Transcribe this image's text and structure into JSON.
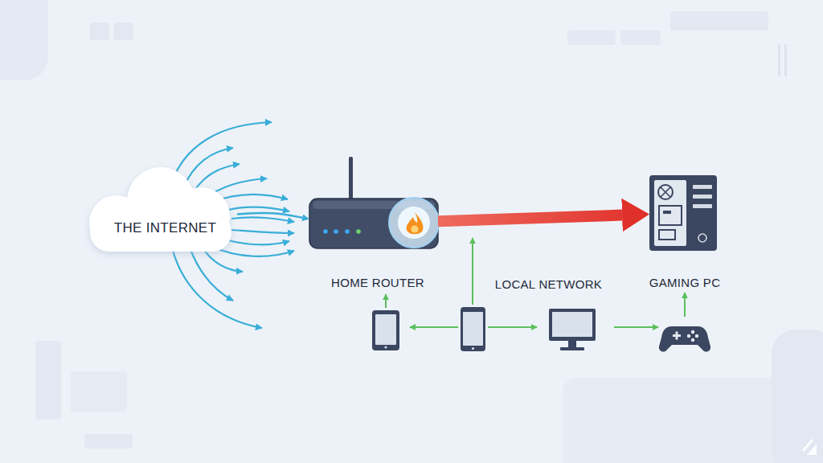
{
  "diagram": {
    "nodes": [
      {
        "text": [
          "THE INTERNET"
        ]
      },
      {
        "text": [
          "HOME ROUTER"
        ]
      },
      {
        "text": [
          "GAMING PC"
        ]
      }
    ],
    "edges": [
      {
        "from": 0,
        "to": 1,
        "arrow": "to"
      },
      {
        "from": 1,
        "to": 2,
        "arrow": "to"
      }
    ],
    "labels": [
      "LOCAL NETWORK"
    ]
  }
}
